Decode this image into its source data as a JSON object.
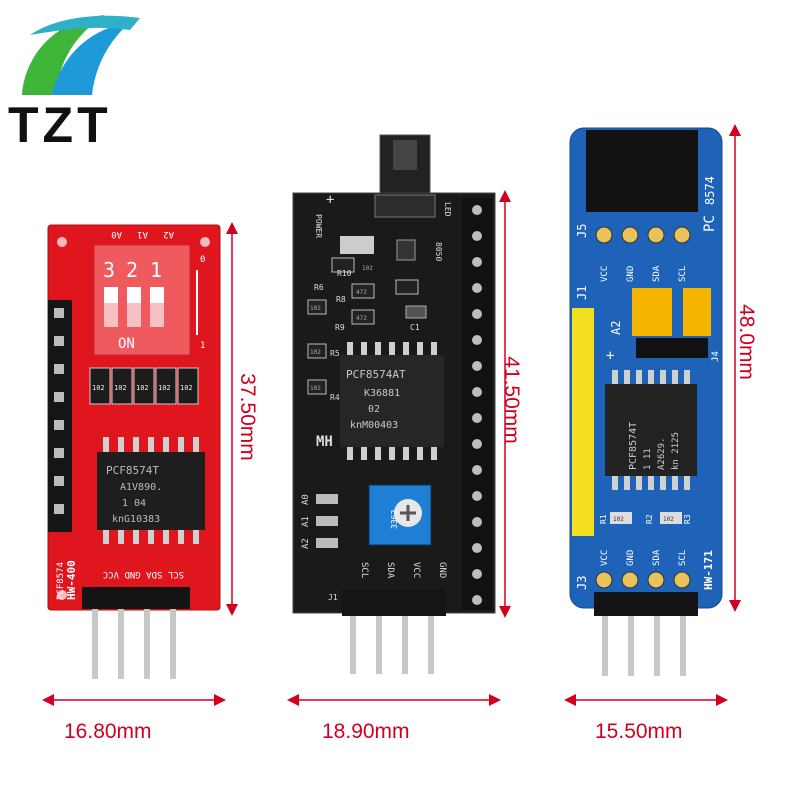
{
  "logo": {
    "text": "TZT"
  },
  "boards": {
    "red": {
      "dip_labels": [
        "A0",
        "A1",
        "A2"
      ],
      "dip_numbers": [
        "3",
        "2",
        "1"
      ],
      "dip_on": "ON",
      "dip_zero": "0",
      "dip_one": "1",
      "chip_lines": [
        "PCF8574T",
        "A1V890.",
        "1     04",
        "knG10383"
      ],
      "model": [
        "PCF8574",
        "HW-400"
      ],
      "pins": "SCL SDA GND VCC",
      "resistors": [
        "102",
        "102",
        "102",
        "102",
        "102"
      ],
      "width_label": "16.80mm",
      "height_label": "37.50mm",
      "color": "#e0161e"
    },
    "black": {
      "header_labels": [
        "LED",
        "POWER",
        "+",
        "8050",
        "R10",
        "R8",
        "R9",
        "R6",
        "R5",
        "R4",
        "C1",
        "J1",
        "MH"
      ],
      "resistors": [
        "102",
        "472",
        "472",
        "102",
        "102",
        "102"
      ],
      "chip_lines": [
        "PCF8574AT",
        "K36881",
        "02",
        "knM00403"
      ],
      "addr": [
        "A0",
        "A1",
        "A2"
      ],
      "pot": "3362",
      "pins": [
        "SCL",
        "SDA",
        "VCC",
        "GND"
      ],
      "width_label": "18.90mm",
      "height_label": "41.50mm",
      "color": "#1a1a1a"
    },
    "blue": {
      "top_label": [
        "PC",
        "8574"
      ],
      "j_labels": [
        "J5",
        "J1",
        "J4",
        "J3",
        "A2",
        "R1",
        "R2",
        "R3",
        "+"
      ],
      "pins": [
        "VCC",
        "GND",
        "SDA",
        "SCL"
      ],
      "chip_lines": [
        "kn 2125",
        "A2629.",
        "1     11",
        "PCF8574T"
      ],
      "resistors": [
        "102",
        "102"
      ],
      "model": "HW-171",
      "width_label": "15.50mm",
      "height_label": "48.0mm",
      "color": "#1f63b8"
    }
  },
  "colors": {
    "dim": "#d2001e",
    "logo_green": "#3fb53a",
    "logo_blue": "#1f9ad9"
  }
}
